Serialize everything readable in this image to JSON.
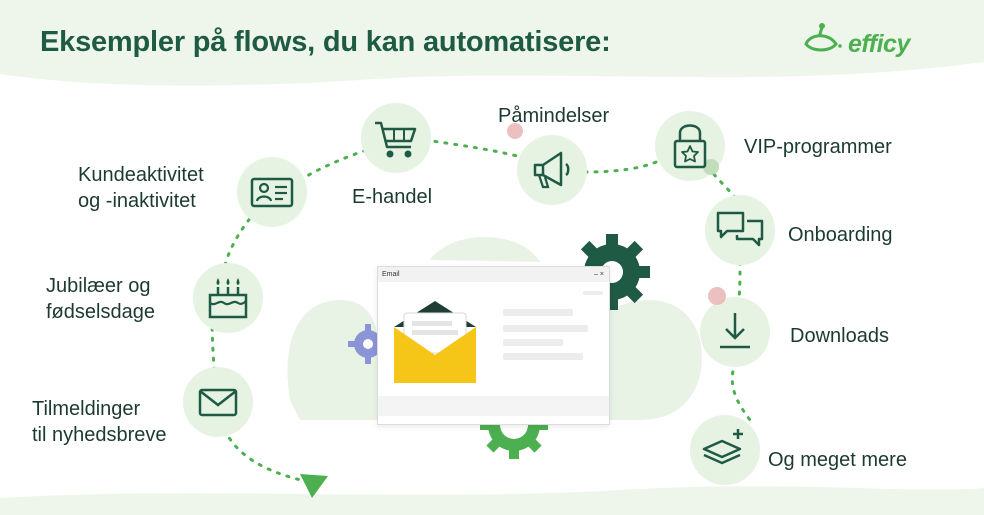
{
  "title": "Eksempler på flows, du kan automatisere:",
  "logo": {
    "text": "efficy"
  },
  "colors": {
    "primary_dark": "#1f5a44",
    "accent_green": "#4caf50",
    "node_bg": "#e6f3e3",
    "envelope_yellow": "#f5c518",
    "gear_dark": "#1f5a44",
    "gear_green": "#4caf50",
    "gear_blue": "#8a94d6"
  },
  "flows": [
    {
      "id": "tilmeldinger",
      "label_lines": [
        "Tilmeldinger",
        "til nyhedsbreve"
      ],
      "icon": "envelope-icon"
    },
    {
      "id": "jubilaeer",
      "label_lines": [
        "Jubilæer og",
        "fødselsdage"
      ],
      "icon": "birthday-cake-icon"
    },
    {
      "id": "kundeaktivitet",
      "label_lines": [
        "Kundeaktivitet",
        "og -inaktivitet"
      ],
      "icon": "contact-card-icon"
    },
    {
      "id": "ehandel",
      "label_lines": [
        "E-handel"
      ],
      "icon": "shopping-cart-icon"
    },
    {
      "id": "paamindelser",
      "label_lines": [
        "Påmindelser"
      ],
      "icon": "megaphone-icon"
    },
    {
      "id": "vip",
      "label_lines": [
        "VIP-programmer"
      ],
      "icon": "lock-star-icon"
    },
    {
      "id": "onboarding",
      "label_lines": [
        "Onboarding"
      ],
      "icon": "chat-bubbles-icon"
    },
    {
      "id": "downloads",
      "label_lines": [
        "Downloads"
      ],
      "icon": "download-icon"
    },
    {
      "id": "mere",
      "label_lines": [
        "Og meget mere"
      ],
      "icon": "layers-plus-icon"
    }
  ],
  "email_window": {
    "title": "Email",
    "controls": "– ×"
  }
}
